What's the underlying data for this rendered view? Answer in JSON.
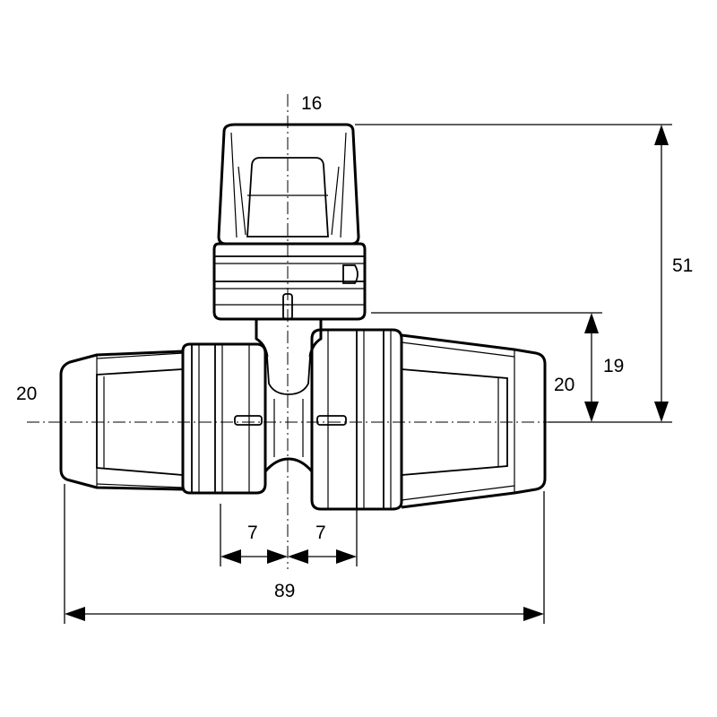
{
  "dimensions": {
    "top_branch": "16",
    "total_height": "51",
    "branch_offset": "19",
    "left_pipe": "20",
    "right_pipe": "20",
    "left_half": "7",
    "right_half": "7",
    "overall_length": "89"
  },
  "colors": {
    "line": "#000000",
    "background": "#ffffff"
  }
}
